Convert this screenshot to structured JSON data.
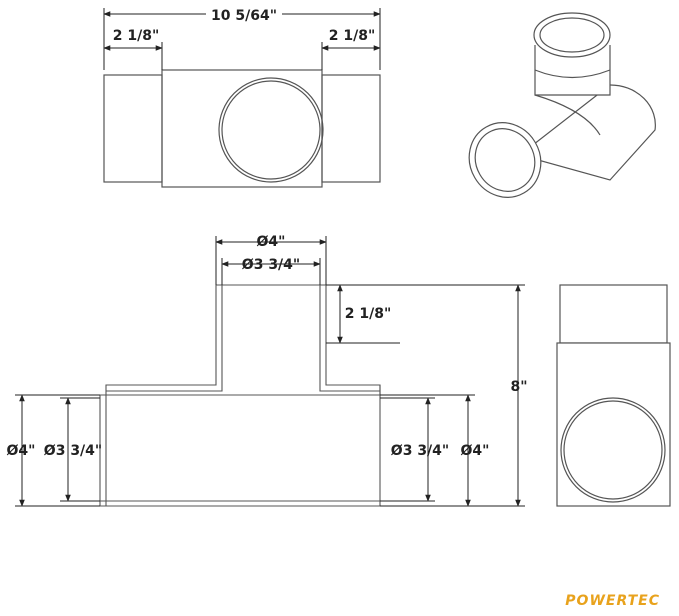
{
  "dimensions": {
    "overall_length": "10 5/64\"",
    "end_left": "2 1/8\"",
    "end_right": "2 1/8\"",
    "top_outer_dia": "Ø4\"",
    "top_inner_dia": "Ø3 3/4\"",
    "branch_length": "2 1/8\"",
    "overall_height": "8\"",
    "left_outer_dia": "Ø4\"",
    "left_inner_dia": "Ø3 3/4\"",
    "right_inner_dia": "Ø3 3/4\"",
    "right_outer_dia": "Ø4\""
  },
  "brand": {
    "name": "POWERTEC"
  },
  "colors": {
    "line": "#555555",
    "brand": "#e8a21c",
    "dimension": "#222222"
  }
}
